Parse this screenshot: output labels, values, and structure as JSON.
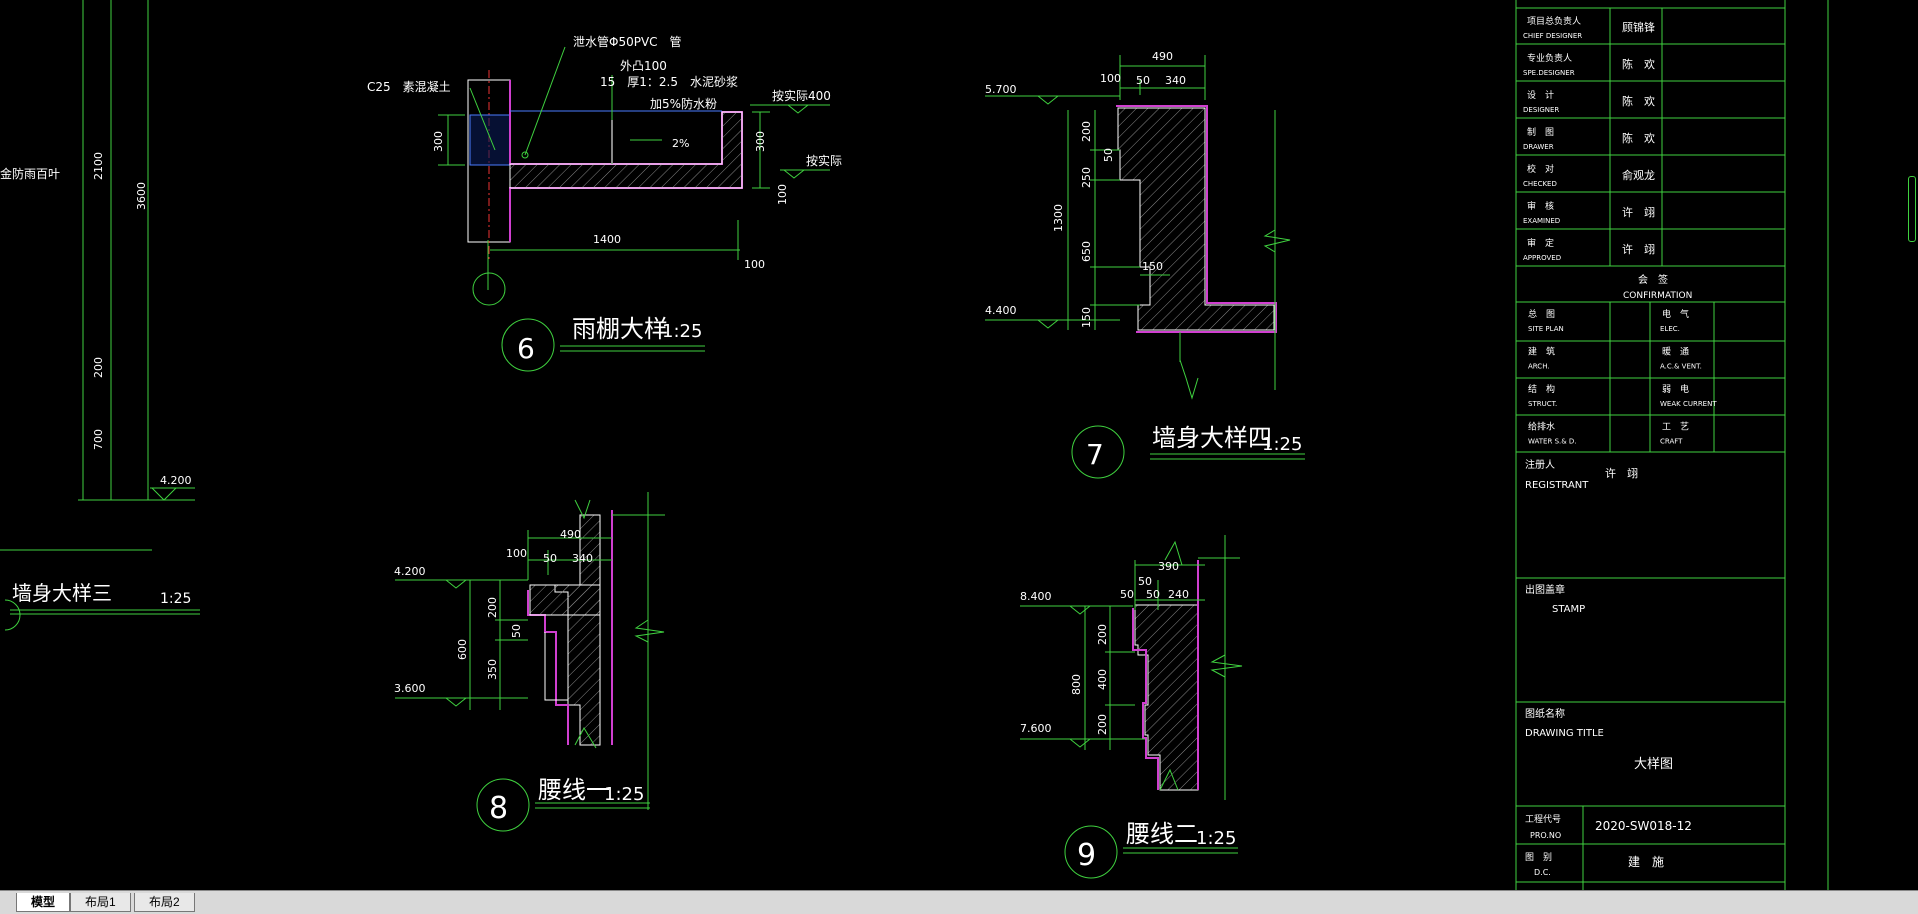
{
  "detail6": {
    "num": "6",
    "title": "雨棚大样",
    "scale": "1:25",
    "pipe": "泄水管Φ50PVC　管",
    "concrete": "C25　素混凝土",
    "overhang": "外凸100",
    "mortar": "15　厚1：2.5　水泥砂浆",
    "waterproof": "加5%防水粉",
    "slope": "2%",
    "per_design1": "按实际400",
    "per_design2": "按实际",
    "dim_1400": "1400",
    "dim_100a": "100",
    "dim_100b": "100",
    "dim_300a": "300",
    "dim_300b": "300"
  },
  "detail7": {
    "num": "7",
    "title": "墙身大样四",
    "scale": "1:25",
    "elev_top": "5.700",
    "elev_bot": "4.400",
    "dim_490": "490",
    "dim_100": "100",
    "dim_50": "50",
    "dim_340": "340",
    "dim_1300": "1300",
    "dim_200": "200",
    "dim_50v": "50",
    "dim_250": "250",
    "dim_650": "650",
    "dim_150v": "150",
    "dim_150h": "150"
  },
  "detail8": {
    "num": "8",
    "title": "腰线一",
    "scale": "1:25",
    "elev_top": "4.200",
    "elev_bot": "3.600",
    "dim_490": "490",
    "dim_100": "100",
    "dim_50": "50",
    "dim_340": "340",
    "dim_600": "600",
    "dim_200": "200",
    "dim_50v": "50",
    "dim_350": "350"
  },
  "detail9": {
    "num": "9",
    "title": "腰线二",
    "scale": "1:25",
    "elev_top": "8.400",
    "elev_bot": "7.600",
    "dim_390": "390",
    "dim_50a": "50",
    "dim_50b": "50",
    "dim_50c": "50",
    "dim_240": "240",
    "dim_800": "800",
    "dim_200a": "200",
    "dim_400": "400",
    "dim_200b": "200"
  },
  "left": {
    "louver": "金防雨百叶",
    "title": "墙身大样三",
    "scale": "1:25",
    "dim_2100": "2100",
    "dim_3600": "3600",
    "dim_200": "200",
    "dim_700": "700",
    "elev": "4.200"
  },
  "titleblock": {
    "rows": [
      {
        "cn": "项目总负责人",
        "en": "CHIEF DESIGNER",
        "name": "顾锦锋"
      },
      {
        "cn": "专业负责人",
        "en": "SPE.DESIGNER",
        "name": "陈　欢"
      },
      {
        "cn": "设　计",
        "en": "DESIGNER",
        "name": "陈　欢"
      },
      {
        "cn": "制　图",
        "en": "DRAWER",
        "name": "陈　欢"
      },
      {
        "cn": "校　对",
        "en": "CHECKED",
        "name": "俞观龙"
      },
      {
        "cn": "审　核",
        "en": "EXAMINED",
        "name": "许　翊"
      },
      {
        "cn": "审　定",
        "en": "APPROVED",
        "name": "许　翊"
      }
    ],
    "conf_cn": "会　签",
    "conf_en": "CONFIRMATION",
    "sign": [
      {
        "a_cn": "总　图",
        "a_en": "SITE PLAN",
        "b_cn": "电　气",
        "b_en": "ELEC."
      },
      {
        "a_cn": "建　筑",
        "a_en": "ARCH.",
        "b_cn": "暖　通",
        "b_en": "A.C.& VENT."
      },
      {
        "a_cn": "结　构",
        "a_en": "STRUCT.",
        "b_cn": "弱　电",
        "b_en": "WEAK CURRENT"
      },
      {
        "a_cn": "给排水",
        "a_en": "WATER S.& D.",
        "b_cn": "工　艺",
        "b_en": "CRAFT"
      }
    ],
    "registrant_cn": "注册人",
    "registrant_en": "REGISTRANT",
    "registrant_name": "许　翊",
    "stamp_cn": "出图盖章",
    "stamp_en": "STAMP",
    "title_cn": "图纸名称",
    "title_en": "DRAWING TITLE",
    "drawing_title": "大样图",
    "pro_cn": "工程代号",
    "pro_en": "PRO.NO",
    "pro_no": "2020-SW018-12",
    "cat_cn": "图　别",
    "cat_en": "D.C.",
    "category": "建　施"
  },
  "tabs": [
    "模型",
    "布局1",
    "布局2"
  ]
}
